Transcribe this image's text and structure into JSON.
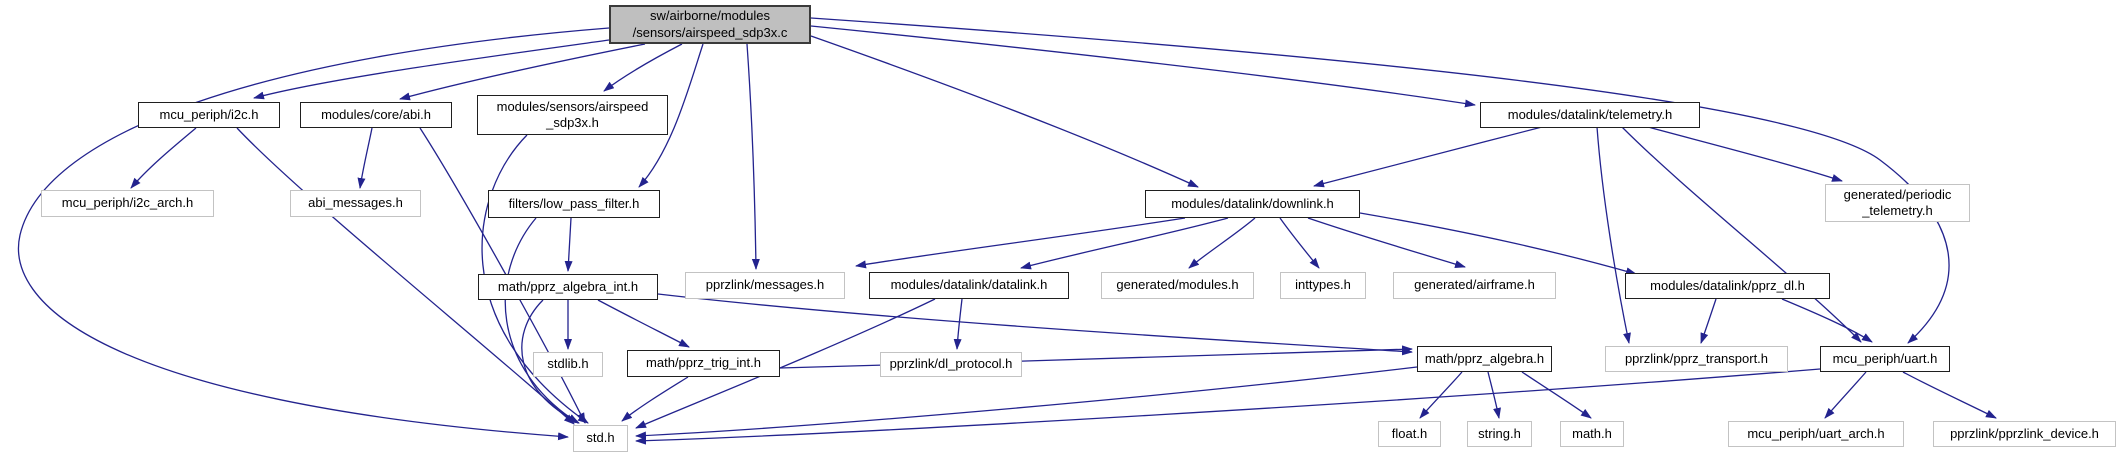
{
  "graph": {
    "kind": "include-dependency-graph",
    "root_label": "sw/airborne/modules\n/sensors/airspeed_sdp3x.c"
  },
  "colors": {
    "edge": "#23238e",
    "node_border": "#1f1f1f",
    "gray_node_border": "#c3c3c3",
    "current_node_fill": "#bfbfbf",
    "background": "#ffffff",
    "text": "#000000"
  },
  "nodes": [
    {
      "id": "c-file",
      "label": "sw/airborne/modules\n/sensors/airspeed_sdp3x.c",
      "style": "current"
    },
    {
      "id": "i2c",
      "label": "mcu_periph/i2c.h",
      "style": "normal"
    },
    {
      "id": "abi",
      "label": "modules/core/abi.h",
      "style": "normal"
    },
    {
      "id": "airspeed-h",
      "label": "modules/sensors/airspeed\n_sdp3x.h",
      "style": "normal"
    },
    {
      "id": "telemetry",
      "label": "modules/datalink/telemetry.h",
      "style": "normal"
    },
    {
      "id": "i2c-arch",
      "label": "mcu_periph/i2c_arch.h",
      "style": "gray"
    },
    {
      "id": "abi-messages",
      "label": "abi_messages.h",
      "style": "gray"
    },
    {
      "id": "filters",
      "label": "filters/low_pass_filter.h",
      "style": "normal"
    },
    {
      "id": "downlink",
      "label": "modules/datalink/downlink.h",
      "style": "normal"
    },
    {
      "id": "periodic",
      "label": "generated/periodic\n_telemetry.h",
      "style": "gray"
    },
    {
      "id": "algebra-int",
      "label": "math/pprz_algebra_int.h",
      "style": "normal"
    },
    {
      "id": "messages",
      "label": "pprzlink/messages.h",
      "style": "gray"
    },
    {
      "id": "datalink",
      "label": "modules/datalink/datalink.h",
      "style": "normal"
    },
    {
      "id": "gen-modules",
      "label": "generated/modules.h",
      "style": "gray"
    },
    {
      "id": "inttypes",
      "label": "inttypes.h",
      "style": "gray"
    },
    {
      "id": "airframe",
      "label": "generated/airframe.h",
      "style": "gray"
    },
    {
      "id": "pprz-dl",
      "label": "modules/datalink/pprz_dl.h",
      "style": "normal"
    },
    {
      "id": "stdlib",
      "label": "stdlib.h",
      "style": "gray"
    },
    {
      "id": "trig-int",
      "label": "math/pprz_trig_int.h",
      "style": "normal"
    },
    {
      "id": "dl-protocol",
      "label": "pprzlink/dl_protocol.h",
      "style": "gray"
    },
    {
      "id": "algebra",
      "label": "math/pprz_algebra.h",
      "style": "normal"
    },
    {
      "id": "transport",
      "label": "pprzlink/pprz_transport.h",
      "style": "gray"
    },
    {
      "id": "uart",
      "label": "mcu_periph/uart.h",
      "style": "normal"
    },
    {
      "id": "std",
      "label": "std.h",
      "style": "gray"
    },
    {
      "id": "float",
      "label": "float.h",
      "style": "gray"
    },
    {
      "id": "string",
      "label": "string.h",
      "style": "gray"
    },
    {
      "id": "math",
      "label": "math.h",
      "style": "gray"
    },
    {
      "id": "uart-arch",
      "label": "mcu_periph/uart_arch.h",
      "style": "gray"
    },
    {
      "id": "pprzlink-device",
      "label": "pprzlink/pprzlink_device.h",
      "style": "gray"
    }
  ],
  "edges": [
    {
      "from": "c-file",
      "to": "i2c"
    },
    {
      "from": "c-file",
      "to": "abi"
    },
    {
      "from": "c-file",
      "to": "airspeed-h"
    },
    {
      "from": "c-file",
      "to": "filters"
    },
    {
      "from": "c-file",
      "to": "messages"
    },
    {
      "from": "c-file",
      "to": "downlink"
    },
    {
      "from": "c-file",
      "to": "telemetry"
    },
    {
      "from": "c-file",
      "to": "uart"
    },
    {
      "from": "c-file",
      "to": "std"
    },
    {
      "from": "i2c",
      "to": "i2c-arch"
    },
    {
      "from": "i2c",
      "to": "std"
    },
    {
      "from": "abi",
      "to": "abi-messages"
    },
    {
      "from": "abi",
      "to": "std"
    },
    {
      "from": "airspeed-h",
      "to": "std"
    },
    {
      "from": "filters",
      "to": "algebra-int"
    },
    {
      "from": "filters",
      "to": "std"
    },
    {
      "from": "telemetry",
      "to": "downlink"
    },
    {
      "from": "telemetry",
      "to": "transport"
    },
    {
      "from": "telemetry",
      "to": "uart"
    },
    {
      "from": "telemetry",
      "to": "periodic"
    },
    {
      "from": "downlink",
      "to": "messages"
    },
    {
      "from": "downlink",
      "to": "datalink"
    },
    {
      "from": "downlink",
      "to": "gen-modules"
    },
    {
      "from": "downlink",
      "to": "inttypes"
    },
    {
      "from": "downlink",
      "to": "airframe"
    },
    {
      "from": "downlink",
      "to": "pprz-dl"
    },
    {
      "from": "datalink",
      "to": "dl-protocol"
    },
    {
      "from": "datalink",
      "to": "std"
    },
    {
      "from": "algebra-int",
      "to": "stdlib"
    },
    {
      "from": "algebra-int",
      "to": "trig-int"
    },
    {
      "from": "algebra-int",
      "to": "algebra"
    },
    {
      "from": "algebra-int",
      "to": "std"
    },
    {
      "from": "trig-int",
      "to": "algebra"
    },
    {
      "from": "trig-int",
      "to": "std"
    },
    {
      "from": "pprz-dl",
      "to": "transport"
    },
    {
      "from": "pprz-dl",
      "to": "uart"
    },
    {
      "from": "algebra",
      "to": "float"
    },
    {
      "from": "algebra",
      "to": "string"
    },
    {
      "from": "algebra",
      "to": "math"
    },
    {
      "from": "algebra",
      "to": "std"
    },
    {
      "from": "uart",
      "to": "uart-arch"
    },
    {
      "from": "uart",
      "to": "pprzlink-device"
    },
    {
      "from": "uart",
      "to": "std"
    }
  ]
}
